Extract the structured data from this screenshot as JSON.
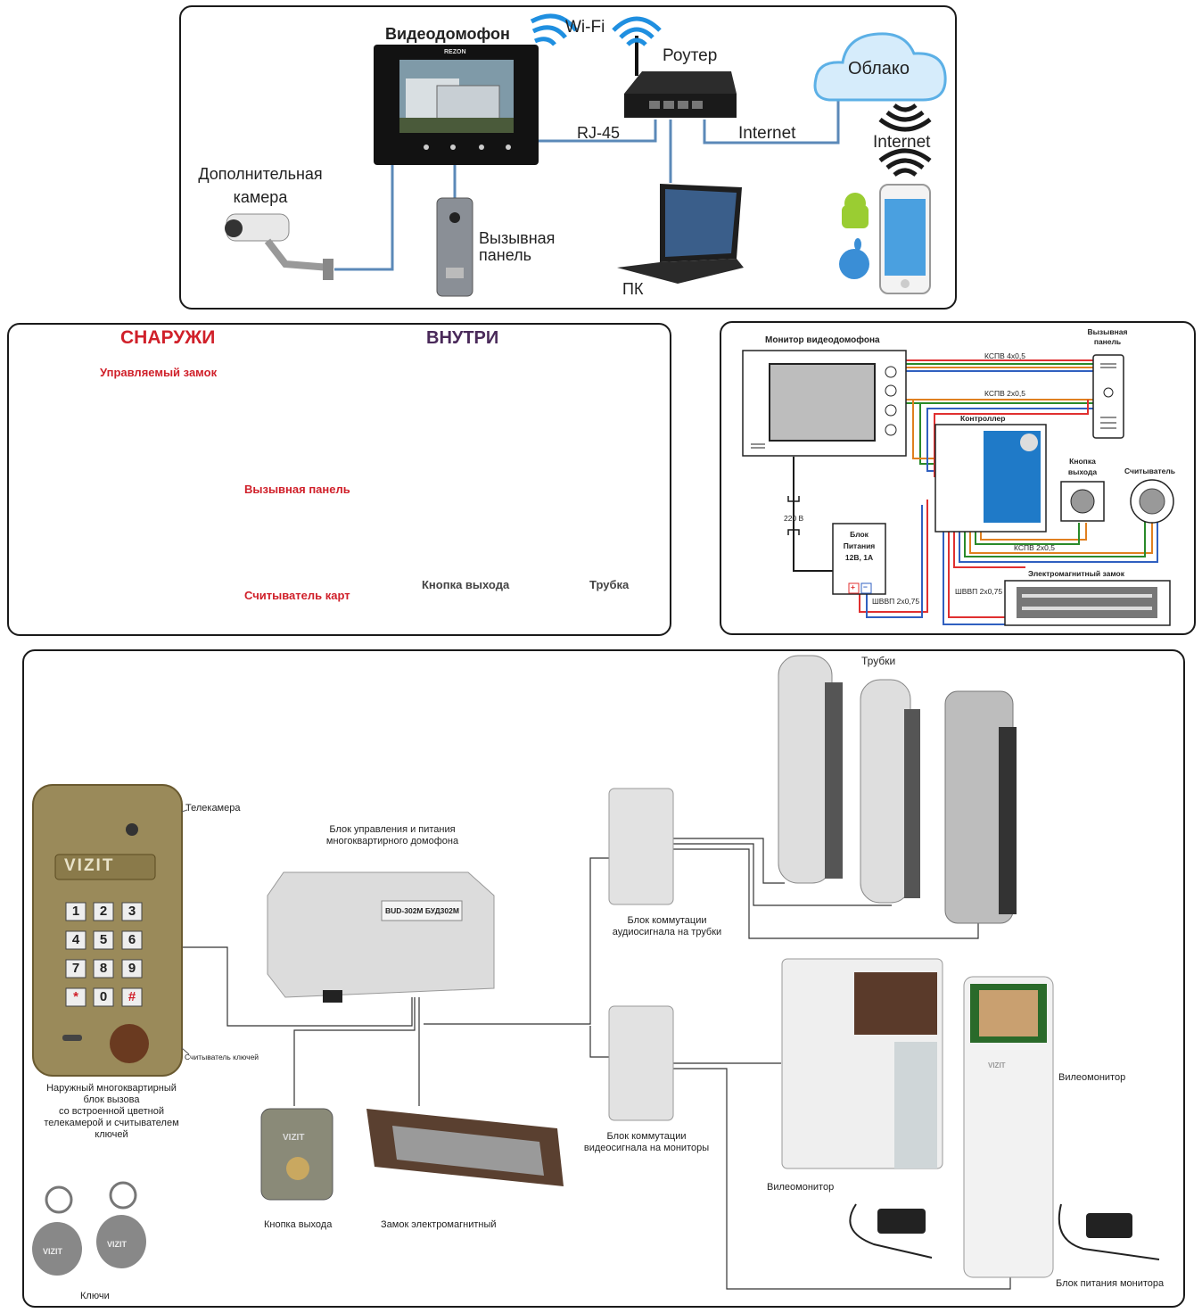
{
  "top": {
    "videodomofon": "Видеодомофон",
    "wifi": "Wi-Fi",
    "router": "Роутер",
    "cloud": "Облако",
    "rj45": "RJ-45",
    "internet_line": "Internet",
    "internet_wifi": "Internet",
    "extra_camera_l1": "Дополнительная",
    "extra_camera_l2": "камера",
    "call_panel_l1": "Вызывная",
    "call_panel_l2": "панель",
    "pc": "ПК",
    "monitor_brand": "REZON"
  },
  "middle_left": {
    "outside": "СНАРУЖИ",
    "inside": "ВНУТРИ",
    "controlled_lock": "Управляемый замок",
    "call_panel": "Вызывная панель",
    "card_reader": "Считыватель карт",
    "exit_button": "Кнопка выхода",
    "handset": "Трубка"
  },
  "middle_right": {
    "monitor": "Монитор видеодомофона",
    "call_panel_l1": "Вызывная",
    "call_panel_l2": "панель",
    "cable1": "КСПВ 4х0,5",
    "cable2": "КСПВ 2х0,5",
    "controller": "Контроллер",
    "exit_btn_l1": "Кнопка",
    "exit_btn_l2": "выхода",
    "reader": "Считыватель",
    "v220": "220 В",
    "psu_l1": "Блок",
    "psu_l2": "Питания",
    "psu_l3": "12В, 1А",
    "cable3": "КСПВ 2х0,5",
    "emlock": "Электромагнитный замок",
    "cable4": "ШВВП 2х0,75",
    "cable5": "ШВВП 2х0,75",
    "plus": "+",
    "minus": "−"
  },
  "bottom": {
    "handsets": "Трубки",
    "camera": "Телекамера",
    "control_unit_l1": "Блок управления и питания",
    "control_unit_l2": "многоквартирного домофона",
    "cu_model": "BUD-302M   БУД302М",
    "audio_switch_l1": "Блок коммутации",
    "audio_switch_l2": "аудиосигнала на трубки",
    "key_reader": "Считыватель ключей",
    "outdoor_l1": "Наружный многоквартирный",
    "outdoor_l2": "блок вызова",
    "outdoor_l3": "со встроенной цветной",
    "outdoor_l4": "телекамерой и считывателем",
    "outdoor_l5": "ключей",
    "video_switch_l1": "Блок коммутации",
    "video_switch_l2": "видеосигнала на мониторы",
    "videomonitor_right": "Вилеомонитор",
    "videomonitor_left": "Вилеомонитор",
    "exit_button": "Кнопка выхода",
    "em_lock": "Замок электромагнитный",
    "keys": "Ключи",
    "monitor_psu": "Блок питания монитора",
    "brand": "VIZIT",
    "keypad": [
      "1",
      "2",
      "3",
      "4",
      "5",
      "6",
      "7",
      "8",
      "9",
      "*",
      "0",
      "#"
    ]
  }
}
